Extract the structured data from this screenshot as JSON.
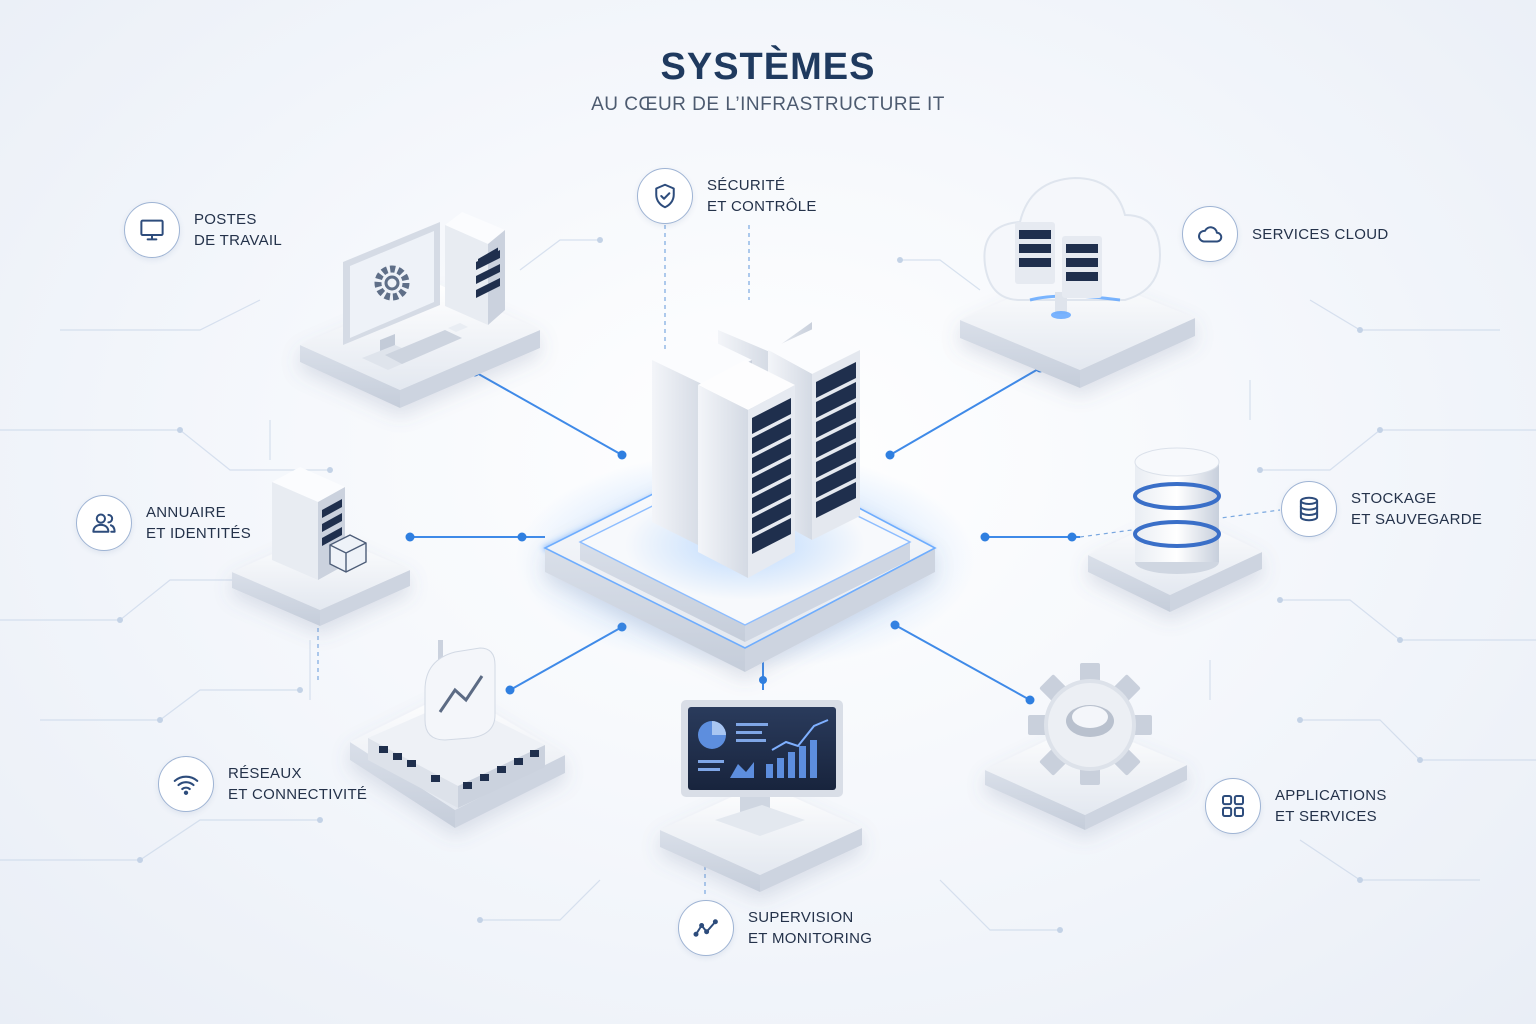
{
  "header": {
    "title": "SYSTÈMES",
    "subtitle": "AU CŒUR DE L’INFRASTRUCTURE IT"
  },
  "nodes": {
    "security": {
      "line1": "SÉCURITÉ",
      "line2": "ET CONTRÔLE",
      "icon": "shield-check-icon"
    },
    "workstations": {
      "line1": "POSTES",
      "line2": "DE TRAVAIL",
      "icon": "monitor-icon"
    },
    "cloud": {
      "line1": "SERVICES CLOUD",
      "line2": "",
      "icon": "cloud-icon"
    },
    "directory": {
      "line1": "ANNUAIRE",
      "line2": "ET IDENTITÉS",
      "icon": "users-icon"
    },
    "storage": {
      "line1": "STOCKAGE",
      "line2": "ET SAUVEGARDE",
      "icon": "database-icon"
    },
    "network": {
      "line1": "RÉSEAUX",
      "line2": "ET CONNECTIVITÉ",
      "icon": "wifi-icon"
    },
    "applications": {
      "line1": "APPLICATIONS",
      "line2": "ET SERVICES",
      "icon": "apps-grid-icon"
    },
    "monitoring": {
      "line1": "SUPERVISION",
      "line2": "ET MONITORING",
      "icon": "activity-chart-icon"
    }
  },
  "colors": {
    "title": "#1f3a5f",
    "accent": "#2f7fe0",
    "glow": "#5aa2ff",
    "panel": "#f4f6fa",
    "rack_dark": "#1f2f4d",
    "icon_stroke": "#2d4c7c"
  }
}
